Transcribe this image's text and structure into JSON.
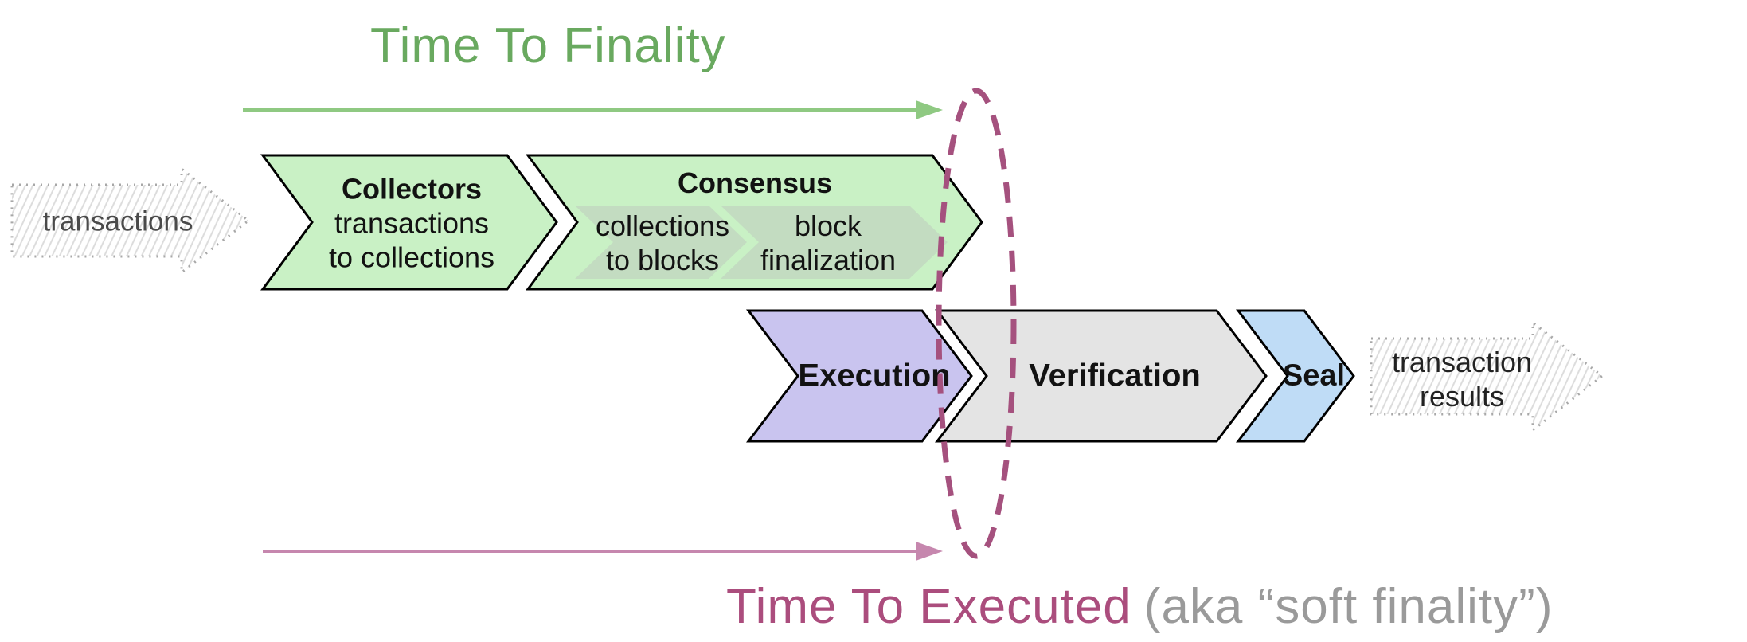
{
  "header": {
    "title": "Time To Finality"
  },
  "footer": {
    "highlight": "Time To Executed",
    "note": "(aka “soft finality”)"
  },
  "input_arrow": {
    "label": "transactions"
  },
  "output_arrow": {
    "line1": "transaction",
    "line2": "results"
  },
  "stages": {
    "collectors": {
      "title": "Collectors",
      "desc1": "transactions",
      "desc2": "to collections"
    },
    "consensus": {
      "title": "Consensus",
      "sub1": {
        "line1": "collections",
        "line2": "to blocks"
      },
      "sub2": {
        "line1": "block",
        "line2": "finalization"
      }
    },
    "execution": {
      "title": "Execution"
    },
    "verification": {
      "title": "Verification"
    },
    "seal": {
      "title": "Seal"
    }
  },
  "colors": {
    "green_fill": "#c9f1c5",
    "green_inner_fill": "#c3dcc1",
    "purple_fill": "#c9c4ef",
    "gray_fill": "#e4e4e4",
    "blue_fill": "#bfdcf6",
    "outline": "#000000",
    "title_green": "#69a95f",
    "arrow_green": "#8fc982",
    "arrow_pink": "#c687ae",
    "title_magenta": "#ab4d7d",
    "ellipse_magenta": "#a5517e",
    "note_gray": "#9a9a9a",
    "hatch_line": "#dcdcdc",
    "hatch_border": "#a8a8a8"
  }
}
